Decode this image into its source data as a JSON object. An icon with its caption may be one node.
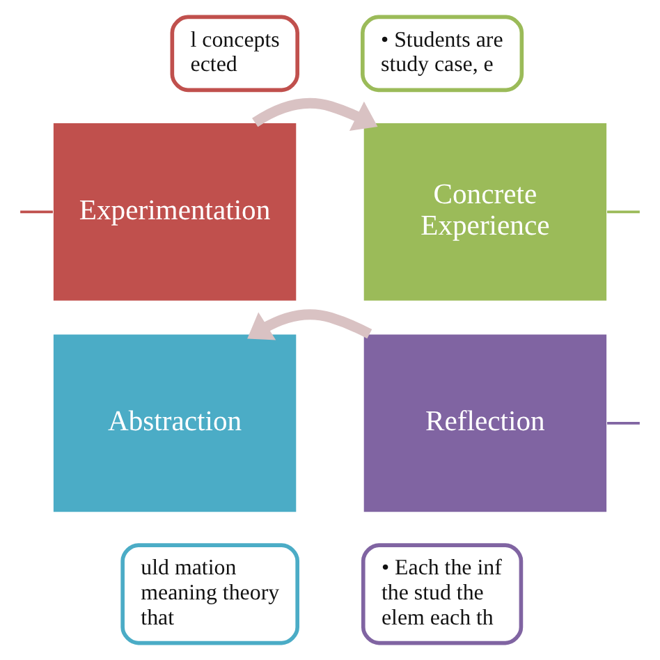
{
  "diagram": {
    "nodes": [
      {
        "text": [
          "l concepts ected"
        ]
      },
      {
        "text": [
          "• Students are study case, e"
        ]
      },
      {
        "text": [
          "Experimentation"
        ]
      },
      {
        "text": [
          "Concrete Experience"
        ]
      },
      {
        "text": [
          "Abstraction"
        ]
      },
      {
        "text": [
          "Reflection"
        ]
      },
      {
        "text": [
          "uld mation meaning theory that"
        ]
      },
      {
        "text": [
          "• Each the inf the stud the elem each th"
        ]
      }
    ],
    "edges": [
      {
        "from": 2,
        "to": 3,
        "arrow": "to",
        "style": "thick",
        "color": "#d9c2c3"
      },
      {
        "from": 5,
        "to": 4,
        "arrow": "to",
        "style": "thick",
        "color": "#d9c2c3"
      },
      {
        "from": 2,
        "to": null,
        "arrow": "none",
        "color": "#c0504d"
      },
      {
        "from": 3,
        "to": null,
        "arrow": "none",
        "color": "#9bbb59"
      },
      {
        "from": 5,
        "to": null,
        "arrow": "none",
        "color": "#8064a2"
      }
    ]
  }
}
